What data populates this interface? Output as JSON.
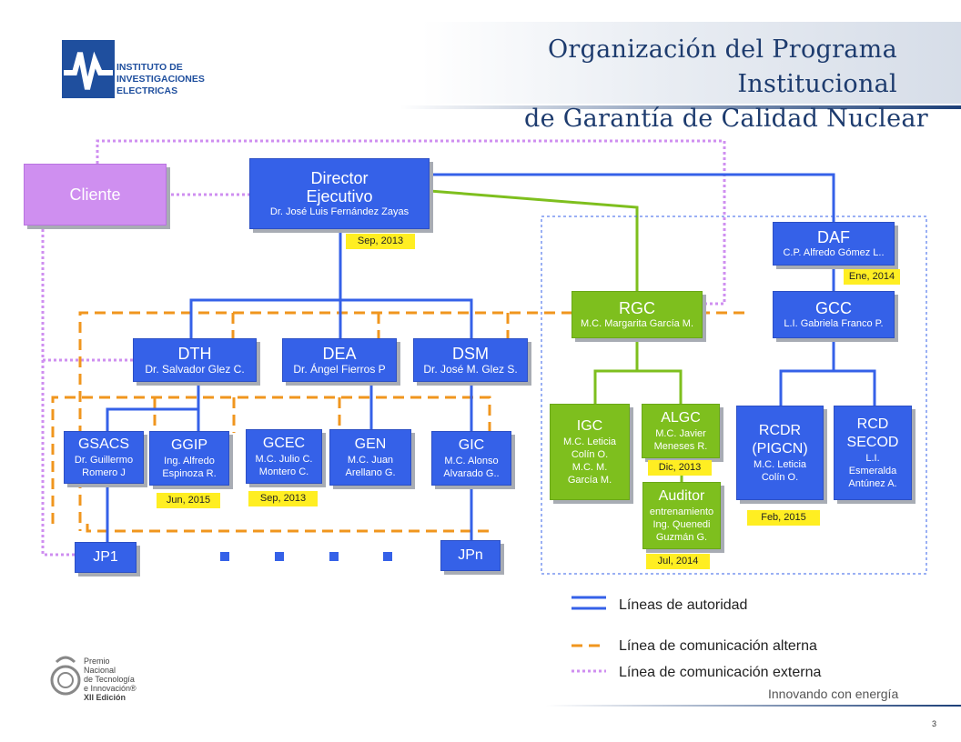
{
  "header": {
    "title_line1": "Organización del Programa Institucional",
    "title_line2": "de  Garantía de Calidad Nuclear",
    "logo_text": [
      "INSTITUTO DE",
      "INVESTIGACIONES",
      "ELECTRICAS"
    ]
  },
  "colors": {
    "authority": "#3561e8",
    "alternate": "#f0961e",
    "external": "#cf8ff0",
    "green": "#7ebf1e",
    "tag": "#ffee22"
  },
  "nodes": {
    "cliente": {
      "title": "Cliente"
    },
    "director": {
      "title1": "Director",
      "title2": "Ejecutivo",
      "sub": "Dr. José Luis Fernández  Zayas",
      "date": "Sep, 2013"
    },
    "daf": {
      "title": "DAF",
      "sub": "C.P. Alfredo Gómez L..",
      "date": "Ene, 2014"
    },
    "rgc": {
      "title": "RGC",
      "sub": "M.C. Margarita García M."
    },
    "gcc": {
      "title": "GCC",
      "sub": "L.I. Gabriela Franco P."
    },
    "dth": {
      "title": "DTH",
      "sub": "Dr. Salvador Glez C."
    },
    "dea": {
      "title": "DEA",
      "sub": "Dr. Ángel Fierros P"
    },
    "dsm": {
      "title": "DSM",
      "sub": "Dr. José M. Glez S."
    },
    "gsacs": {
      "title": "GSACS",
      "sub1": "Dr. Guillermo",
      "sub2": "Romero J"
    },
    "ggip": {
      "title": "GGIP",
      "sub1": "Ing. Alfredo",
      "sub2": "Espinoza R.",
      "date": "Jun, 2015"
    },
    "gcec": {
      "title": "GCEC",
      "sub1": "M.C. Julio C.",
      "sub2": "Montero C.",
      "date": "Sep, 2013"
    },
    "gen": {
      "title": "GEN",
      "sub1": "M.C. Juan",
      "sub2": "Arellano G."
    },
    "gic": {
      "title": "GIC",
      "sub1": "M.C. Alonso",
      "sub2": "Alvarado G.."
    },
    "igc": {
      "title": "IGC",
      "sub1": "M.C. Leticia",
      "sub2": "Colín O.",
      "sub3": "M.C. M.",
      "sub4": "García M."
    },
    "algc": {
      "title": "ALGC",
      "sub1": "M.C. Javier",
      "sub2": "Meneses R.",
      "date": "Dic, 2013"
    },
    "auditor": {
      "title": "Auditor",
      "sub1": "entrenamiento",
      "sub2": "Ing. Quenedi",
      "sub3": "Guzmán G.",
      "date": "Jul, 2014"
    },
    "rcdr": {
      "title1": "RCDR",
      "title2": "(PIGCN)",
      "sub1": "M.C. Leticia",
      "sub2": "Colín O.",
      "date": "Feb, 2015"
    },
    "rcd": {
      "title1": "RCD",
      "title2": "SECOD",
      "sub1": "L.I.",
      "sub2": "Esmeralda",
      "sub3": "Antúnez A."
    },
    "jp1": {
      "title": "JP1"
    },
    "jpn": {
      "title": "JPn"
    }
  },
  "legend": {
    "authority": "Líneas de autoridad",
    "alternate": "Línea de comunicación alterna",
    "external": "Línea de comunicación externa"
  },
  "footer": {
    "award": [
      "Premio",
      "Nacional",
      "de Tecnología",
      "e Innovación®",
      "XII Edición"
    ],
    "slogan": "Innovando con energía",
    "page": "3"
  }
}
